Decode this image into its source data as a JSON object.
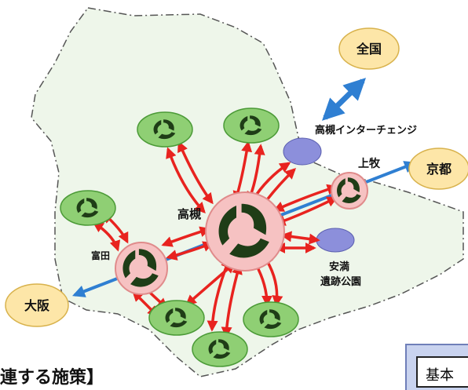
{
  "labels": {
    "zenkoku": "全国",
    "kyoto": "京都",
    "osaka": "大阪",
    "takatsuki": "高槻",
    "tonda": "富田",
    "kamimaki": "上牧",
    "ic": "高槻インターチェンジ",
    "ama_line1": "安満",
    "ama_line2": "遺跡公園"
  },
  "caption": "連する施策】",
  "box_label": "基本",
  "colors": {
    "region_fill": "#eef6ea",
    "region_border": "#555555",
    "hub_fill": "#f6c2c2",
    "hub_border": "#e08b8b",
    "satellite_fill": "#8fcf74",
    "satellite_border": "#4b9a37",
    "arrow_red": "#e8231f",
    "axis_blue": "#2f7fd2",
    "destination_fill": "#fde6a8",
    "destination_border": "#d8b24c",
    "facility_fill": "#8c8fdb",
    "glyph": "#1f3d17"
  }
}
